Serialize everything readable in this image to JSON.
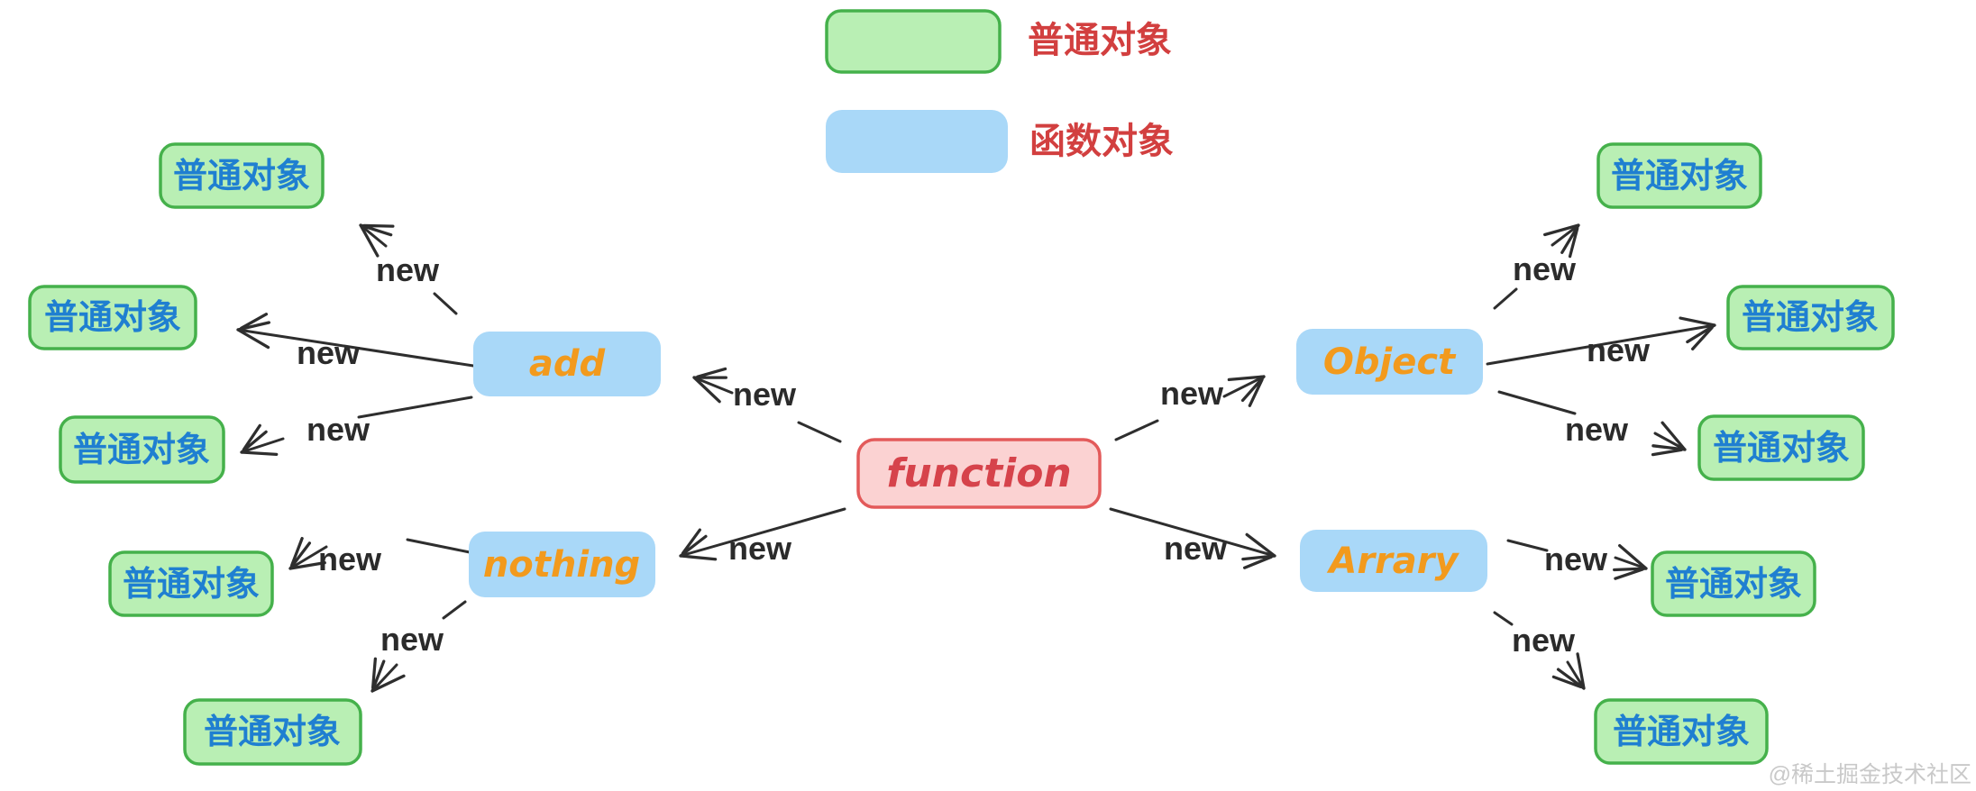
{
  "legend": {
    "items": [
      {
        "swatch": "plain-object-swatch",
        "label": "普通对象"
      },
      {
        "swatch": "function-object-swatch",
        "label": "函数对象"
      }
    ]
  },
  "nodes": {
    "root": {
      "label": "function",
      "type": "root-function"
    },
    "function_children": [
      {
        "id": "add",
        "label": "add"
      },
      {
        "id": "nothing",
        "label": "nothing"
      },
      {
        "id": "object",
        "label": "Object"
      },
      {
        "id": "arrary",
        "label": "Arrary"
      }
    ],
    "plain_label": "普通对象",
    "plain_count_left": 5,
    "plain_count_right": 5
  },
  "edges": [
    {
      "from": "function",
      "to": "add",
      "label": "new"
    },
    {
      "from": "function",
      "to": "nothing",
      "label": "new"
    },
    {
      "from": "function",
      "to": "Object",
      "label": "new"
    },
    {
      "from": "function",
      "to": "Arrary",
      "label": "new"
    },
    {
      "from": "add",
      "to": "普通对象",
      "label": "new"
    },
    {
      "from": "add",
      "to": "普通对象",
      "label": "new"
    },
    {
      "from": "add",
      "to": "普通对象",
      "label": "new"
    },
    {
      "from": "nothing",
      "to": "普通对象",
      "label": "new"
    },
    {
      "from": "nothing",
      "to": "普通对象",
      "label": "new"
    },
    {
      "from": "Object",
      "to": "普通对象",
      "label": "new"
    },
    {
      "from": "Object",
      "to": "普通对象",
      "label": "new"
    },
    {
      "from": "Object",
      "to": "普通对象",
      "label": "new"
    },
    {
      "from": "Arrary",
      "to": "普通对象",
      "label": "new"
    },
    {
      "from": "Arrary",
      "to": "普通对象",
      "label": "new"
    }
  ],
  "colors": {
    "background": "#ffffff",
    "plain_fill": "#b9efb4",
    "plain_border": "#45b14b",
    "plain_text": "#1f7fd1",
    "function_obj_fill": "#a9d8f8",
    "function_obj_text": "#f29a1d",
    "root_fill": "#fbd2d2",
    "root_border": "#e35a5a",
    "root_text": "#d6434b",
    "legend_text": "#d23f3f",
    "edge": "#2e2e2e",
    "edge_label": "#2b2b2b",
    "watermark": "#c9c9c9"
  },
  "watermark": {
    "label": "@稀土掘金技术社区"
  }
}
